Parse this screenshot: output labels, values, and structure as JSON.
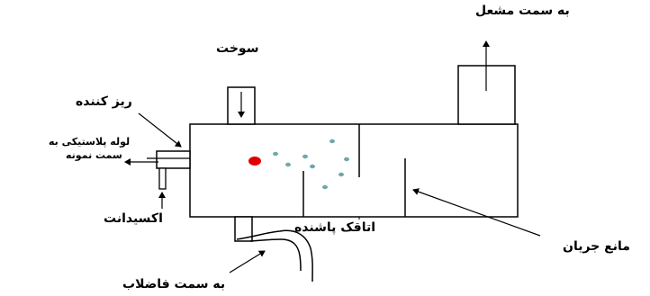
{
  "labels": {
    "to_torch": "به سمت مشعل",
    "fuel": "سوخت",
    "nebulizer": "ریز کننده",
    "plastic_tube_line1": "لوله  پلاستیکی به",
    "plastic_tube_line2": "سمت نمونه",
    "oxidant": "اکسیدانت",
    "spray_chamber": "اتاقک پاشنده",
    "flow_spoiler": "مانع جریان",
    "to_drain": "به سمت فاضلاب"
  },
  "colors": {
    "line": "#000000",
    "sample_droplet": "#e00000",
    "mist_droplet": "#6fa8a8"
  }
}
